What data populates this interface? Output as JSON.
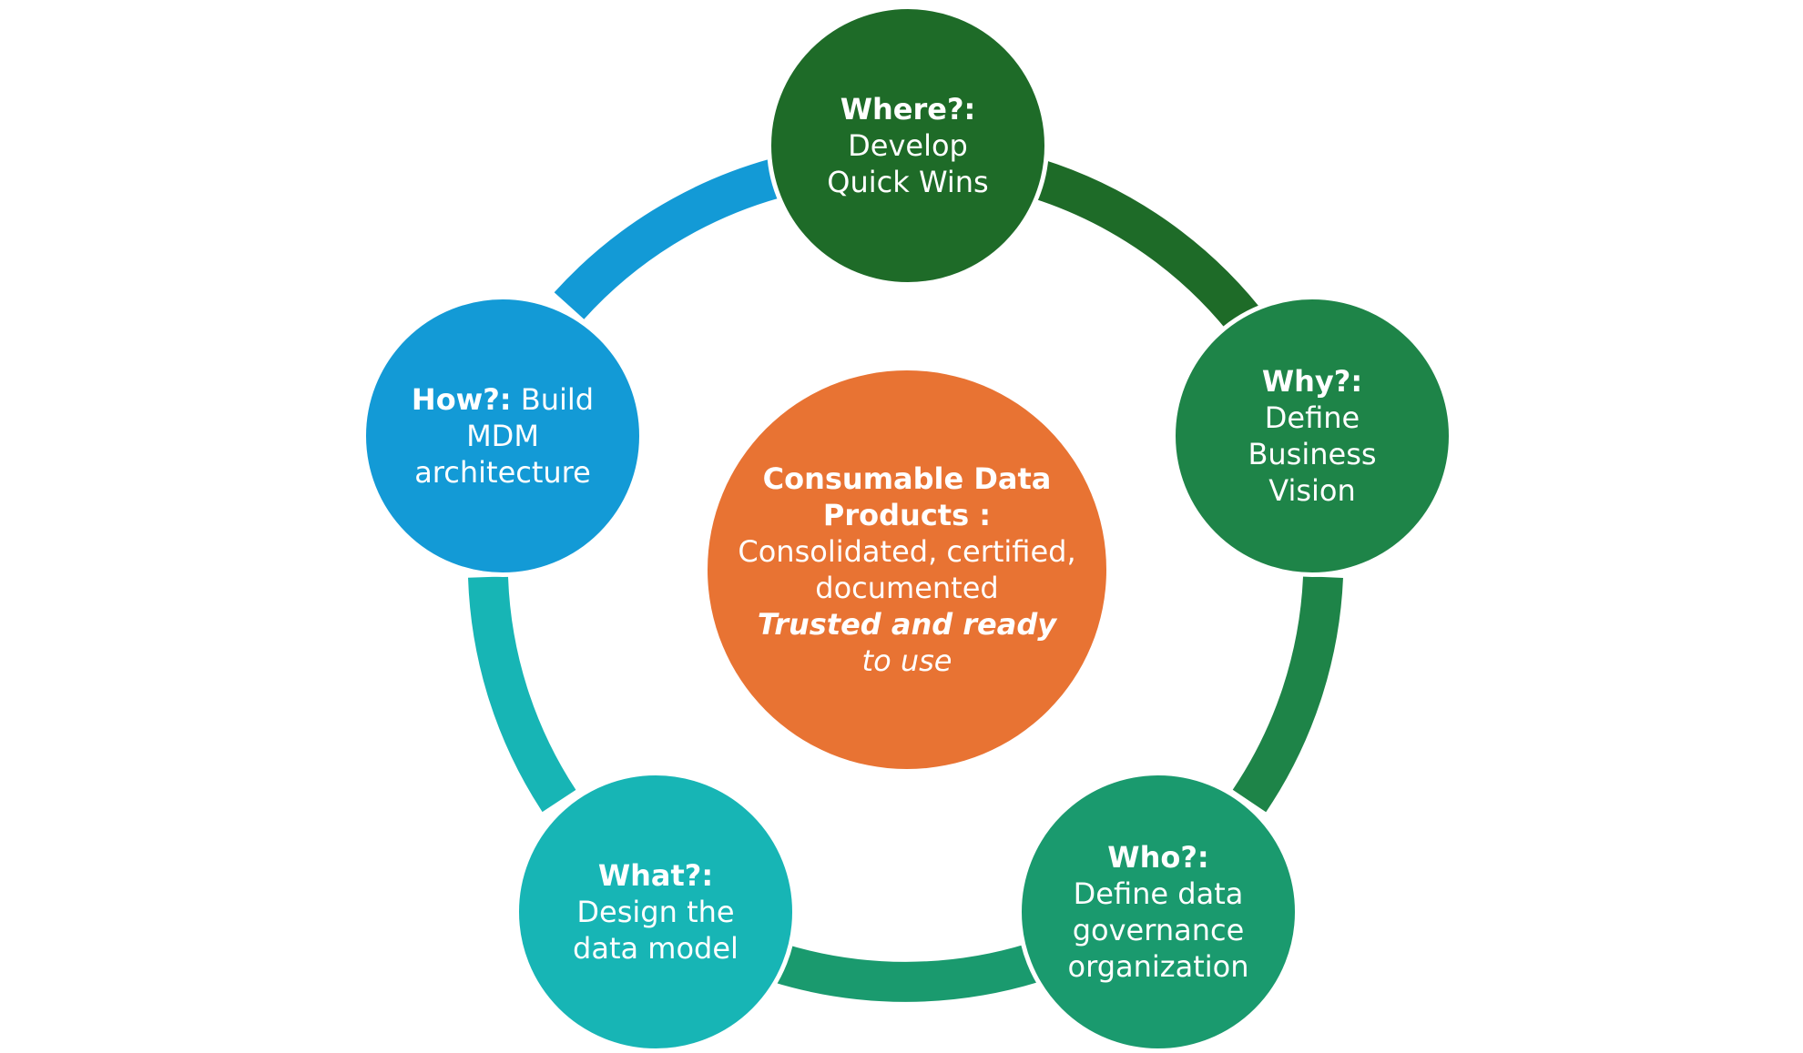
{
  "colors": {
    "background": "#ffffff",
    "where": "#1e6b28",
    "why": "#1e8448",
    "who": "#1a9a6e",
    "what": "#17b5b5",
    "how": "#139ad6",
    "center": "#e87333",
    "text": "#ffffff"
  },
  "center": {
    "heading": "Consumable Data Products :",
    "body": "Consolidated, certified, documented",
    "emphasis": "Trusted and ready",
    "tail": "to use"
  },
  "nodes": {
    "where": {
      "question": "Where?:",
      "text": "Develop Quick Wins",
      "color_key": "where"
    },
    "why": {
      "question": "Why?:",
      "text": "Define Business Vision",
      "color_key": "why"
    },
    "who": {
      "question": "Who?:",
      "text": "Define data governance organization",
      "color_key": "who"
    },
    "what": {
      "question": "What?:",
      "text": "Design the data model",
      "color_key": "what"
    },
    "how": {
      "question": "How?:",
      "text": "Build MDM architecture",
      "color_key": "how"
    }
  }
}
